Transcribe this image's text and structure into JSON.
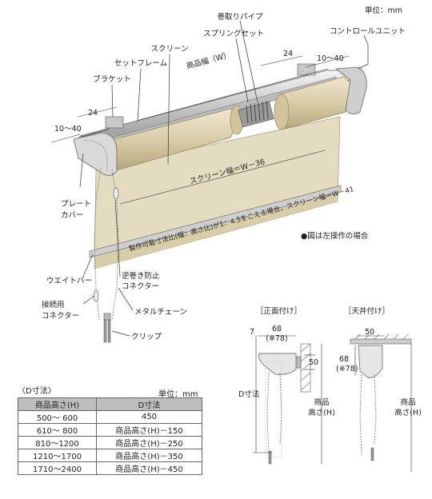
{
  "unit_top": "単位：mm",
  "labels": {
    "pipe": "巻取りパイプ",
    "spring": "スプリングセット",
    "control": "コントロールユニット",
    "screen": "スクリーン",
    "frame": "セットフレーム",
    "width": "商品幅（W）",
    "bracket": "ブラケット",
    "dim24_left": "24",
    "dim1040_left": "10～40",
    "dim24_right": "24",
    "dim1040_right": "10～40",
    "screen_width": "スクリーン幅＝W－36",
    "note_length": "製作可能寸法比(幅：高さ比)が1：4.5をこえる場合、スクリーン幅＝W－41",
    "plate_cover_1": "プレート",
    "plate_cover_2": "カバー",
    "weight_bar": "ウエイトバー",
    "anti_reverse_1": "逆巻き防止",
    "anti_reverse_2": "コネクター",
    "connector_1": "接続用",
    "connector_2": "コネクター",
    "metal_chain": "メタルチェーン",
    "clip": "クリップ",
    "left_op_note": "●図は左操作の場合"
  },
  "front_mount": {
    "title": "［正面付け］",
    "d7": "7",
    "d68": "68",
    "d78": "(※78)",
    "d50": "50",
    "d_dim": "D寸法",
    "height_1": "商品",
    "height_2": "高さ(H)"
  },
  "ceiling_mount": {
    "title": "［天井付け］",
    "d50": "50",
    "d68": "68",
    "d78": "(※78)",
    "height_1": "商品",
    "height_2": "高さ(H)"
  },
  "d_table": {
    "title": "〈D寸法〉",
    "unit": "単位：mm",
    "headers": [
      "商品高さ(H)",
      "D寸法"
    ],
    "rows": [
      [
        "500～ 600",
        "450"
      ],
      [
        "610～ 800",
        "商品高さ(H)－150"
      ],
      [
        "810～1200",
        "商品高さ(H)－250"
      ],
      [
        "1210～1700",
        "商品高さ(H)－350"
      ],
      [
        "1710～2400",
        "商品高さ(H)－450"
      ]
    ]
  }
}
